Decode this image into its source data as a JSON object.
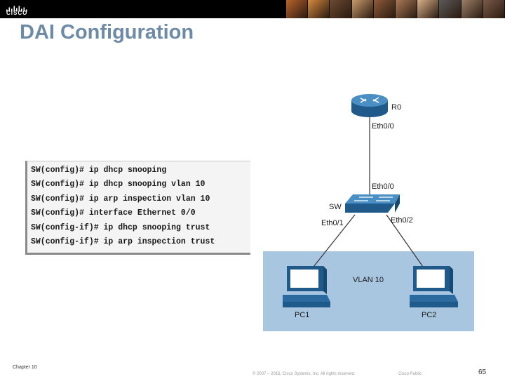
{
  "header": {
    "logo_text": "CISCO",
    "photo_colors": [
      "#b8632a",
      "#d48a3c",
      "#6b4a32",
      "#c89a6a",
      "#8e5a3a",
      "#a97a55",
      "#d9b08a",
      "#5a5a5a",
      "#9c8068",
      "#7a5a48"
    ]
  },
  "slide": {
    "title": "DAI Configuration"
  },
  "cli": {
    "lines": [
      "SW(config)# ip dhcp snooping",
      "SW(config)# ip dhcp snooping vlan 10",
      "SW(config)# ip arp inspection vlan 10",
      "SW(config)# interface Ethernet 0/0",
      "SW(config-if)# ip dhcp snooping trust",
      "SW(config-if)# ip arp inspection trust"
    ]
  },
  "topology": {
    "router_name": "R0",
    "router_port": "Eth0/0",
    "switch_name": "SW",
    "switch_uplink": "Eth0/0",
    "switch_port_left": "Eth0/1",
    "switch_port_right": "Eth0/2",
    "vlan_label": "VLAN 10",
    "pc1_name": "PC1",
    "pc2_name": "PC2",
    "colors": {
      "device_blue": "#2a6a9e",
      "vlan_fill": "#a9c6e0",
      "link": "#333333"
    }
  },
  "footer": {
    "chapter": "Chapter 10",
    "copyright": "© 2007 – 2016, Cisco Systems, Inc. All rights reserved.",
    "classification": "Cisco Public",
    "page_number": "65"
  }
}
